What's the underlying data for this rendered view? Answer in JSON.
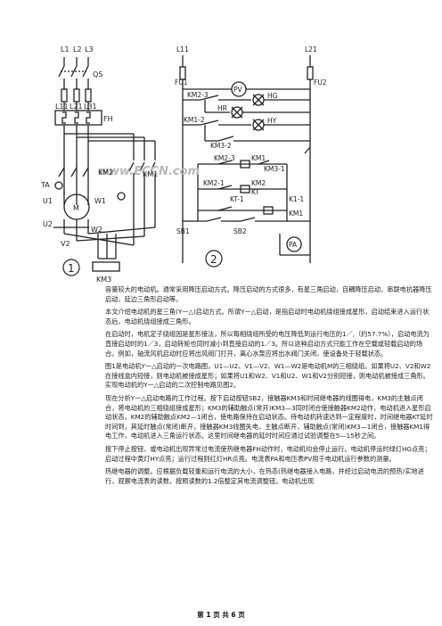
{
  "diagram": {
    "left_labels": {
      "l1": "L1",
      "l2": "L2",
      "l3": "L3",
      "qs": "QS",
      "l11": "L11",
      "l21": "L21",
      "l31": "L31",
      "fh": "FH",
      "km2": "KM2",
      "ta": "TA",
      "u1": "U1",
      "w1": "W1",
      "m": "M",
      "u2": "U2",
      "v2": "V2",
      "w2": "W2",
      "km1": "KM1",
      "km3": "KM3",
      "circle": "1"
    },
    "right_labels": {
      "l11": "L11",
      "fu1": "FU1",
      "l21": "L21",
      "fu2": "FU2",
      "pv": "PV",
      "hg": "HG",
      "hr": "HR",
      "hy": "HY",
      "km2_3": "KM2-3",
      "km1_2": "KM1-2",
      "km3_2": "KM3-2",
      "km2_3b": "KM2-3",
      "km1_1": "KM1",
      "km3_1": "KM3-1",
      "km2_1": "KM2-1",
      "kt_1": "KT-1",
      "k1_1": "K1-1",
      "kt": "KT",
      "km1_label": "KM1",
      "km2_label": "KM2",
      "sb1": "SB1",
      "sb2": "SB2",
      "pa": "PA",
      "circle": "2"
    },
    "watermark": "www.ECCN.com"
  },
  "paragraphs": [
    {
      "text": "容量较大的电动机。通常采用降压启动方式。降压启动的方式很多，有星三角启动，自耦降压启动，串联电抗器降压启动，延边三角形启动等。"
    },
    {
      "text": "本文介绍电动机的星三角(Y一△)启动方式。所谓Y一△启动，是指启动时电动机绕组接成星形，启动结束进入运行状态后，电动机绕组接成三角形。"
    },
    {
      "text": "在启动时，电机定子绕组因是星形接法，所以每相绕组所受的电压降低到运行电压的1／,（约57.7%），启动电流为直接启动时的1／3，启动转矩也同时减小到直接启动的1／3。所以这种启动方式只能工作在空载或轻载启动的场合。例如，轴流风机启动时应将出风阀门打开，离心水泵应将出水阀门关闭，使设备处于轻载状态。"
    },
    {
      "text": "图1是电动机Y一△启动的一次电路图，U1—U2、V1—V2、W1—W2是电动机M的三相绕组。如果将U2、V2和W2在接线盒内短接，则电动机被接成星形；如果将U1和W2、V1和U2、W1和V2分别短接，则电动机被接成三角形。实现电动机的Y一△启动的二次控制电路见图2。"
    },
    {
      "text": "现在分析Y一△启动电路的工作过程。按下启动按钮SB2，接触器KM3和时间继电器的线圈得电，KM3的主触点闭合，将电动机的三相绕组接成星形；KM3的辅助触点(常开)KM3—3同时闭合使接触器KM2动作，电动机进入星形启动状态，KM2的辅助触点KM2—1闭合，使电路保持在启动状态。待电动机转速达到一定程度时，时间继电器KT延时时间到，其延时触点(常闭)断开，接触器KM3线圈失电，主触点断开，辅助触点(常闭)KM3—1闭合，接触器KM1得电工作，电动机进入三角运行状态。这里时间继电器的延时时间应通过试验调整在5—15秒之间。"
    },
    {
      "text": "按下停止按钮，或电动机出现异常过电流使热继电器FH动作时，电动机均会停止运行。电动机停运时绿灯HG点亮；启动过程中黄灯HY点亮；运行过程则红灯HR点亮。电流表PA和电压表PV用于电动机运行参数的测量。"
    },
    {
      "text": "热继电器的调整。应根据负载轻重和运行电流的大小，在热态(热继电器接入电路，并经过启动电流的预热)实地进行，观察电流表的读数，按照读数的1.2倍整定其电流调整钮。电动机出现"
    }
  ],
  "footer": "第 1 页 共 6 页"
}
